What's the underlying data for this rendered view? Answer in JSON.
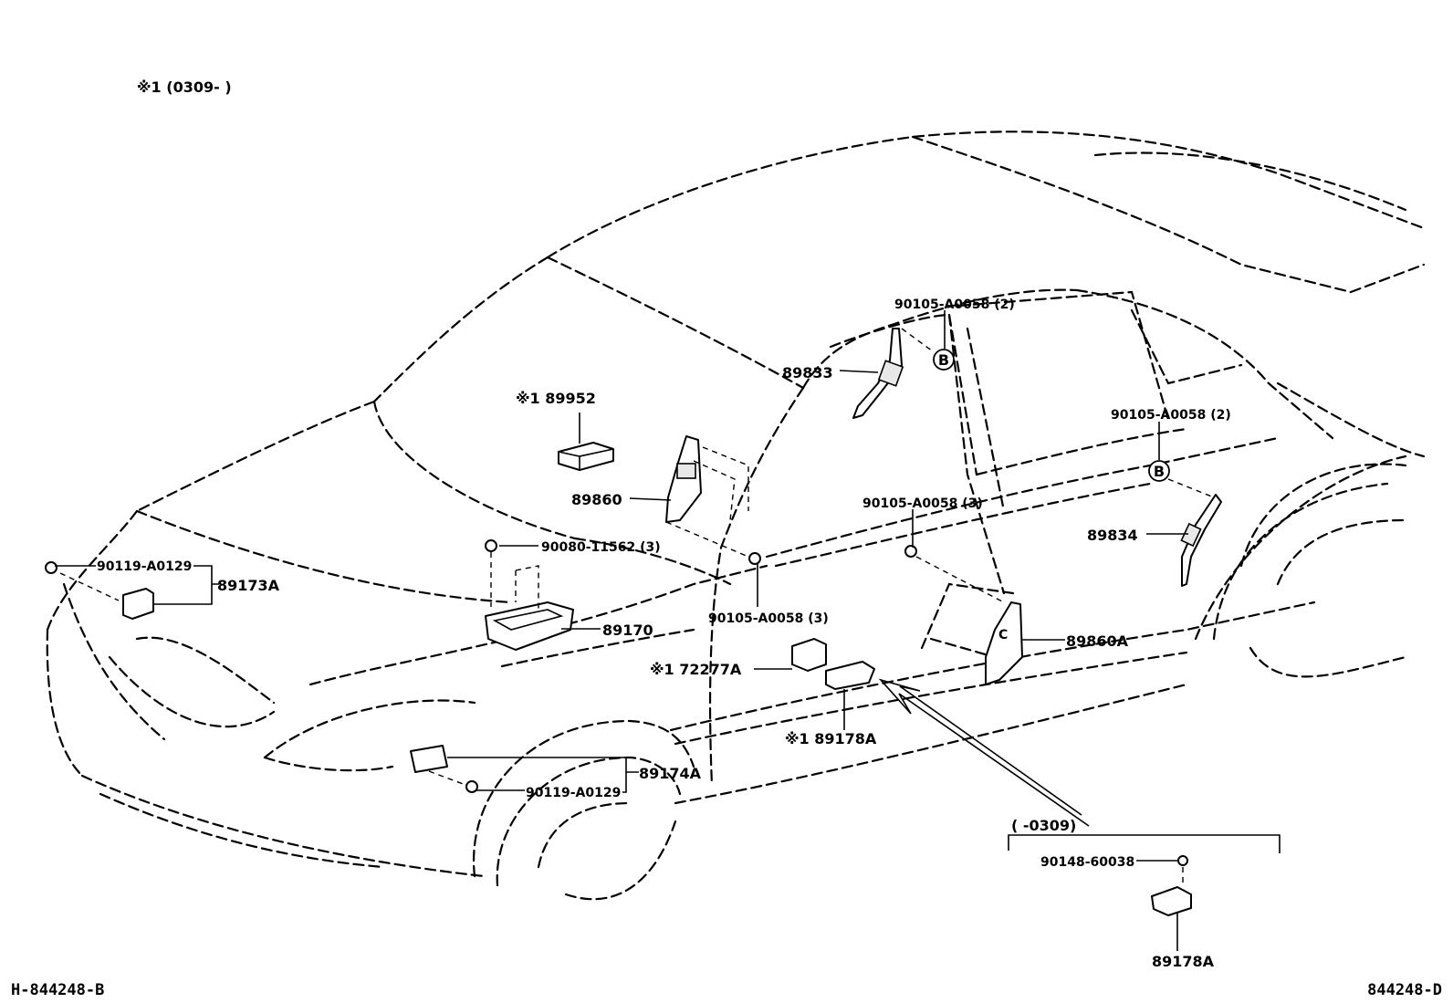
{
  "header_note": "※1 (0309-        )",
  "footer_left": "H-844248-B",
  "footer_right": "844248-D",
  "labels": {
    "p89952": "※1 89952",
    "p89833": "89833",
    "p90105_top": "90105-A0058 (2)",
    "p90105_rear": "90105-A0058 (2)",
    "p89860": "89860",
    "p90105_mid": "90105-A0058 (3)",
    "p90080": "90080-11562 (3)",
    "p90119_top": "90119-A0129",
    "p89173A": "89173A",
    "p90105_lower": "90105-A0058 (3)",
    "p89170": "89170",
    "p89834": "89834",
    "p89860A": "89860A",
    "p72277A": "※1 72277A",
    "p89178A_main": "※1 89178A",
    "p89174A": "89174A",
    "p90119_bottom": "90119-A0129",
    "range_note": "(        -0309)",
    "p90148": "90148-60038",
    "p89178A_inset": "89178A"
  },
  "markers": {
    "b1": "B",
    "b2": "B"
  }
}
